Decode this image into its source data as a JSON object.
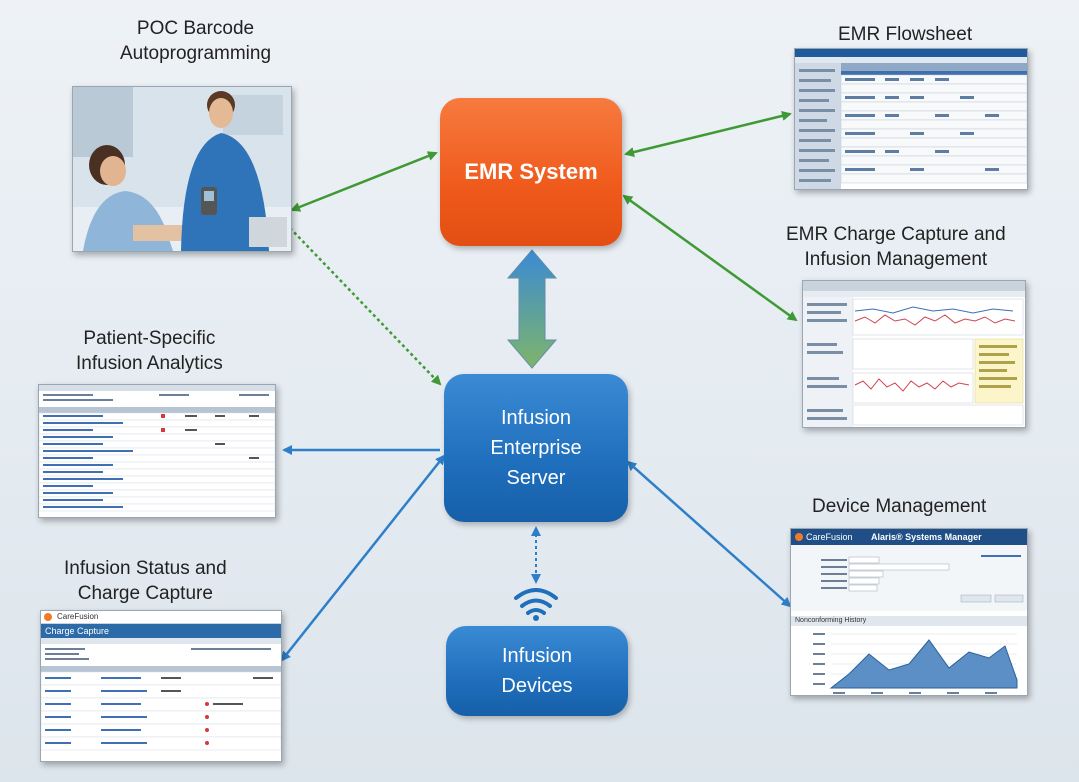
{
  "diagram": {
    "nodes": {
      "emr_system": "EMR System",
      "infusion_server": [
        "Infusion",
        "Enterprise",
        "Server"
      ],
      "infusion_devices": [
        "Infusion",
        "Devices"
      ]
    },
    "labels": {
      "poc_barcode": [
        "POC Barcode",
        "Autoprogramming"
      ],
      "emr_flowsheet": "EMR Flowsheet",
      "emr_charge_capture": [
        "EMR Charge Capture and",
        "Infusion Management"
      ],
      "patient_analytics": [
        "Patient-Specific",
        "Infusion Analytics"
      ],
      "infusion_status": [
        "Infusion Status  and",
        "Charge Capture"
      ],
      "device_management": "Device Management"
    },
    "thumbnails": {
      "device_management_screen": {
        "brand": "CareFusion",
        "title": "Alaris® Systems Manager",
        "chart_title": "Nonconforming History"
      },
      "infusion_status_screen": {
        "brand": "CareFusion",
        "title": "Charge Capture"
      }
    },
    "colors": {
      "emr": "#ef5a1c",
      "server": "#1f6fbd",
      "green_link": "#3f9a35",
      "blue_link": "#2f7fc8",
      "background": "#e9eef3"
    },
    "icons": [
      "wifi-icon",
      "double-arrow"
    ]
  }
}
